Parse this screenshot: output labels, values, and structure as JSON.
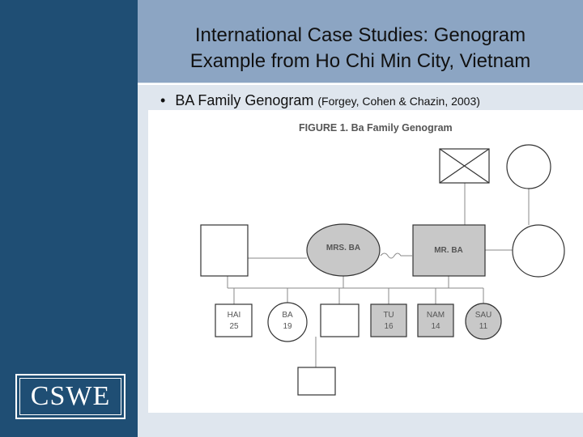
{
  "slide": {
    "title_line1": "International Case Studies: Genogram",
    "title_line2": "Example from Ho Chi Min City, Vietnam",
    "bullet_marker": "•",
    "bullet_main": "BA Family Genogram",
    "bullet_citation": "(Forgey, Cohen & Chazin, 2003)"
  },
  "logo": {
    "text": "CSWE"
  },
  "figure": {
    "caption": "FIGURE 1. Ba Family Genogram",
    "mrs_ba": "MRS. BA",
    "mr_ba": "MR. BA",
    "children": [
      {
        "name": "HAI",
        "age": "25"
      },
      {
        "name": "BA",
        "age": "19"
      },
      {
        "name": "TU",
        "age": "16"
      },
      {
        "name": "NAM",
        "age": "14"
      },
      {
        "name": "SAU",
        "age": "11"
      }
    ]
  },
  "colors": {
    "sidebar": "#1f4e74",
    "title_bar": "#8ca5c3",
    "content": "#dfe6ee",
    "node_gray": "#c8c8c8"
  }
}
